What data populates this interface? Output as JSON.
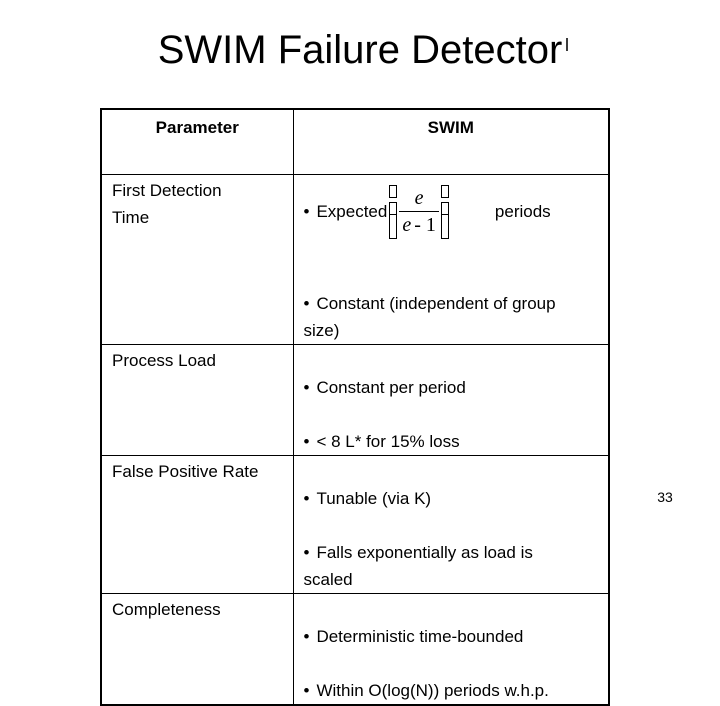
{
  "slide": {
    "title": "SWIM Failure Detector",
    "page_number": "33",
    "bullet_char": "•"
  },
  "table": {
    "headers": [
      "Parameter",
      "SWIM"
    ],
    "rows": [
      {
        "parameter": "First Detection\nTime",
        "expected_prefix": "Expected",
        "formula": {
          "numerator": "e",
          "denominator_var": "e",
          "denominator_rest": "- 1",
          "bracket_glyph": "missing-glyph-box"
        },
        "expected_suffix": "periods",
        "bullet2": "Constant (independent of group\nsize)"
      },
      {
        "parameter": "Process Load",
        "bullets": [
          "Constant per period",
          "< 8 L* for 15% loss"
        ]
      },
      {
        "parameter": "False Positive Rate",
        "bullets": [
          "Tunable (via K)",
          "Falls exponentially as load is\nscaled"
        ]
      },
      {
        "parameter": "Completeness",
        "bullets": [
          "Deterministic time-bounded",
          "Within O(log(N)) periods w.h.p."
        ]
      }
    ]
  }
}
